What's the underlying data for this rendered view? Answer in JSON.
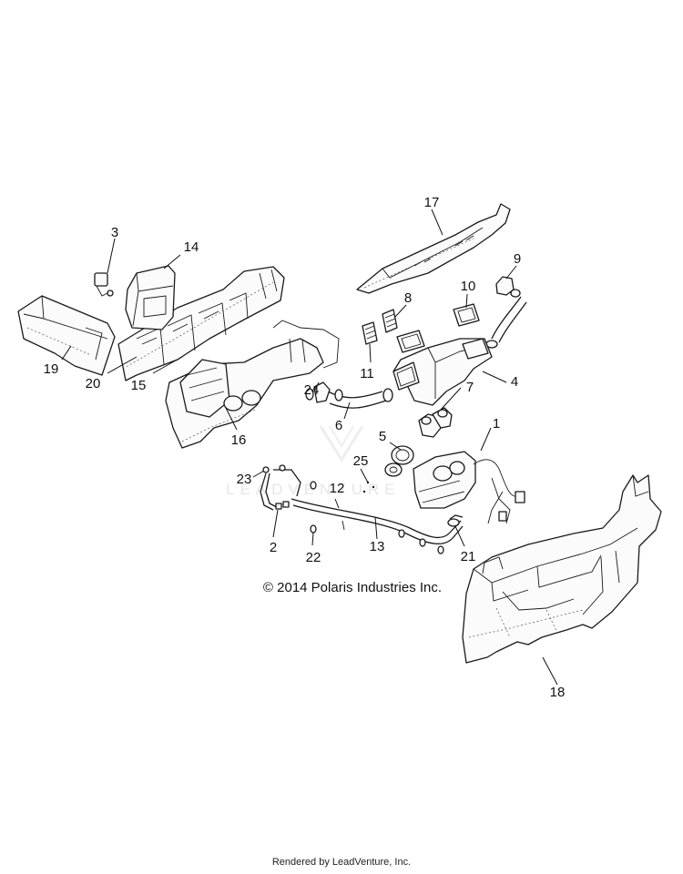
{
  "diagram": {
    "copyright": "© 2014 Polaris Industries Inc.",
    "footer": "Rendered by LeadVenture, Inc.",
    "watermark": "LEADVENTURE",
    "callouts": {
      "c1": "1",
      "c2": "2",
      "c3": "3",
      "c4": "4",
      "c5": "5",
      "c6": "6",
      "c7": "7",
      "c8": "8",
      "c9": "9",
      "c10": "10",
      "c11": "11",
      "c12": "12",
      "c13": "13",
      "c14": "14",
      "c15": "15",
      "c16": "16",
      "c17": "17",
      "c18": "18",
      "c19": "19",
      "c20": "20",
      "c21": "21",
      "c22": "22",
      "c23": "23",
      "c24": "24",
      "c25": "25"
    }
  }
}
